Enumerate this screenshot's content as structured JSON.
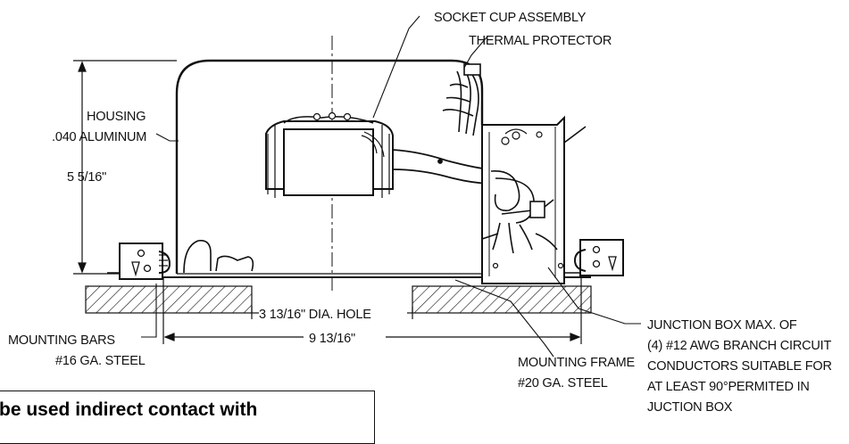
{
  "labels": {
    "socket_cup": "SOCKET CUP ASSEMBLY",
    "thermal": "THERMAL PROTECTOR",
    "housing": "HOUSING",
    "aluminum": ".040 ALUMINUM",
    "height": "5 5/16\"",
    "hole": "3 13/16\" DIA. HOLE",
    "width": "9 13/16\"",
    "bars1": "MOUNTING BARS",
    "bars2": "#16 GA. STEEL",
    "frame1": "MOUNTING FRAME",
    "frame2": "#20 GA. STEEL",
    "jb1": "JUNCTION BOX MAX. OF",
    "jb2": "(4) #12 AWG BRANCH CIRCUIT",
    "jb3": "CONDUCTORS SUITABLE FOR",
    "jb4": "AT LEAST 90°PERMITED IN",
    "jb5": "JUCTION BOX"
  },
  "warning": "be used indirect contact with"
}
